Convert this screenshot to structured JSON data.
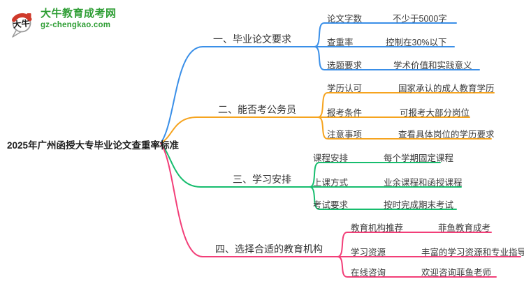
{
  "logo": {
    "title": "大牛教育成考网",
    "domain": "gz-chengkao.com",
    "bubble_text": "大牛",
    "brand_green": "#2f9e35",
    "brand_red": "#cf3a2b"
  },
  "center": {
    "title": "2025年广州函授大专毕业论文查重率标准"
  },
  "branches": [
    {
      "label": "一、毕业论文要求",
      "color": "#3a8fe8",
      "items": [
        {
          "key": "论文字数",
          "value": "不少于5000字"
        },
        {
          "key": "查重率",
          "value": "控制在30%以下"
        },
        {
          "key": "选题要求",
          "value": "学术价值和实践意义"
        }
      ]
    },
    {
      "label": "二、能否考公务员",
      "color": "#f6a41f",
      "items": [
        {
          "key": "学历认可",
          "value": "国家承认的成人教育学历"
        },
        {
          "key": "报考条件",
          "value": "可报考大部分岗位"
        },
        {
          "key": "注意事项",
          "value": "查看具体岗位的学历要求"
        }
      ]
    },
    {
      "label": "三、学习安排",
      "color": "#17bd6e",
      "items": [
        {
          "key": "课程安排",
          "value": "每个学期固定课程"
        },
        {
          "key": "上课方式",
          "value": "业余课程和函授课程"
        },
        {
          "key": "考试要求",
          "value": "按时完成期末考试"
        }
      ]
    },
    {
      "label": "四、选择合适的教育机构",
      "color": "#f23e78",
      "items": [
        {
          "key": "教育机构推荐",
          "value": "菲鱼教育成考"
        },
        {
          "key": "学习资源",
          "value": "丰富的学习资源和专业指导"
        },
        {
          "key": "在线咨询",
          "value": "欢迎咨询菲鱼老师"
        }
      ]
    }
  ]
}
